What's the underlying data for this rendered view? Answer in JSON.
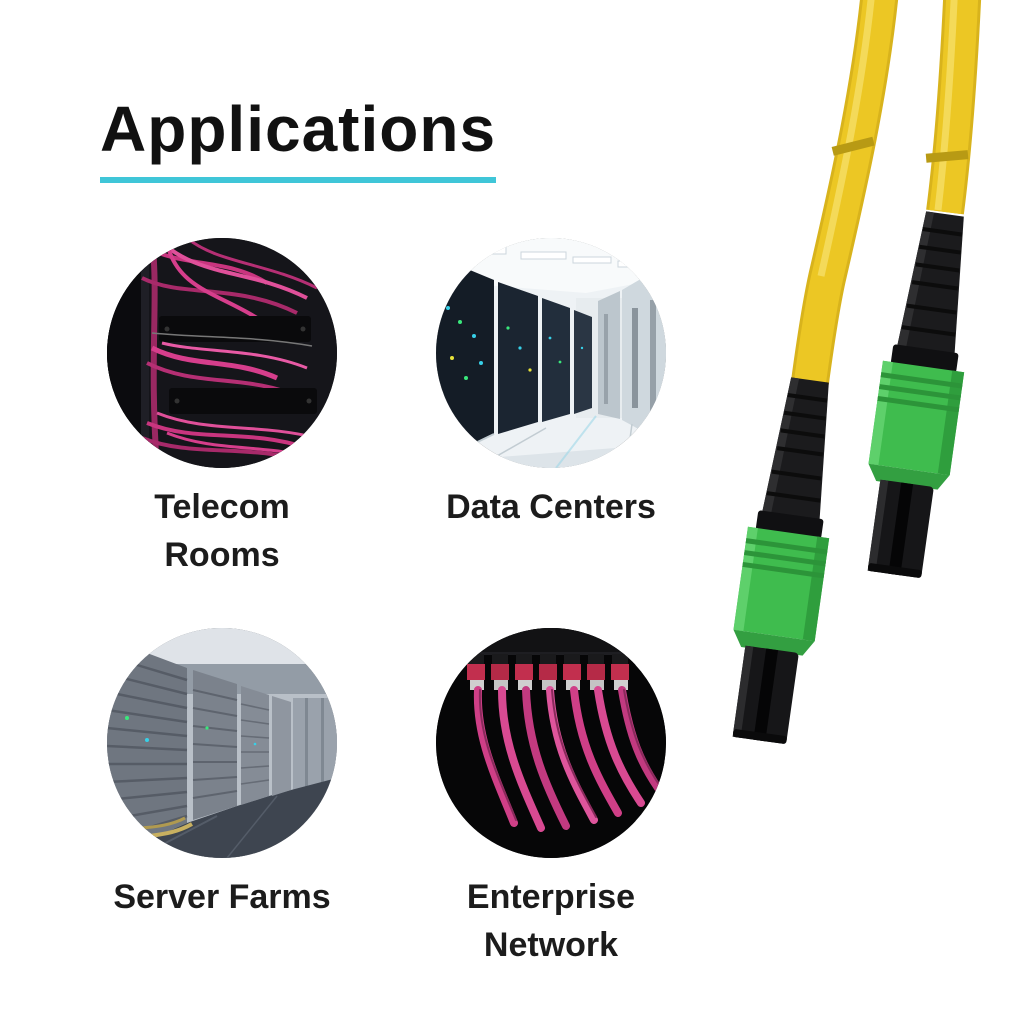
{
  "title": "Applications",
  "items": [
    {
      "id": "telecom-rooms",
      "lines": [
        "Telecom",
        "Rooms"
      ]
    },
    {
      "id": "data-centers",
      "lines": [
        "Data Centers"
      ]
    },
    {
      "id": "server-farms",
      "lines": [
        "Server Farms"
      ]
    },
    {
      "id": "enterprise-network",
      "lines": [
        "Enterprise",
        "Network"
      ]
    }
  ],
  "colors": {
    "accent_underline": "#3fc6d8",
    "title_text": "#111111",
    "label_text": "#1c1c1c",
    "cable_yellow": "#ecc724",
    "connector_green": "#3fbc4e",
    "connector_black": "#1b1b1d",
    "fiber_magenta": "#d63e8c"
  }
}
